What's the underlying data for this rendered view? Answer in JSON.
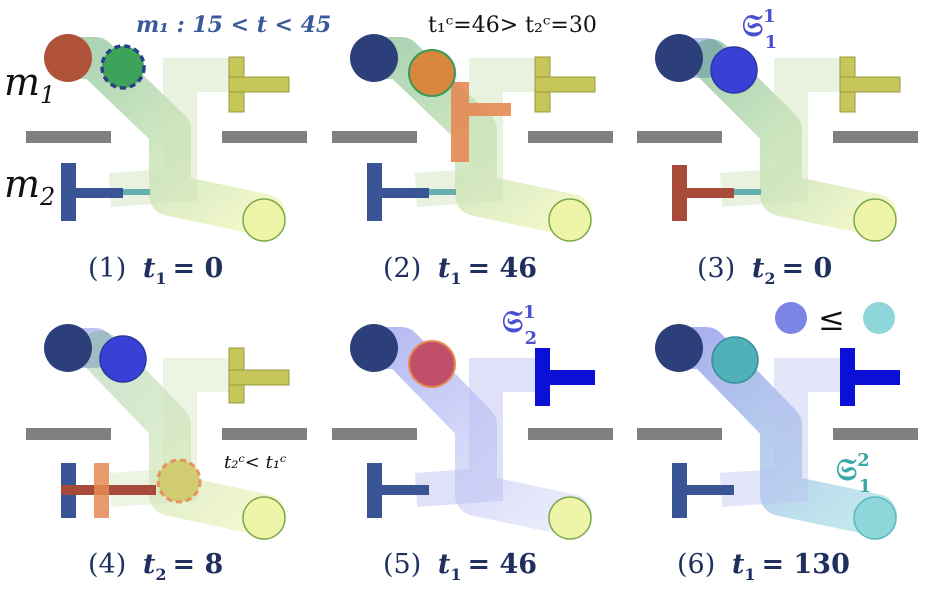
{
  "labels": {
    "m1": "m",
    "m1_sub": "1",
    "m2": "m",
    "m2_sub": "2"
  },
  "annotations": {
    "window": "m₁ : 15 < t < 45",
    "compare_top": "t₁ᶜ=46> t₂ᶜ=30",
    "compare_p4": "t₂ᶜ< t₁ᶜ",
    "order_symbol": "≤",
    "s11_main": "𝔖",
    "s11_sup": "1",
    "s11_sub": "1",
    "s21_main": "𝔖",
    "s21_sup": "1",
    "s21_sub": "2",
    "s12_main": "𝔖",
    "s12_sup": "2",
    "s12_sub": "1"
  },
  "panels": [
    {
      "caption_prefix": "(1)",
      "caption_var": "t",
      "caption_sub": "1",
      "caption_value": "= 0"
    },
    {
      "caption_prefix": "(2)",
      "caption_var": "t",
      "caption_sub": "1",
      "caption_value": "= 46"
    },
    {
      "caption_prefix": "(3)",
      "caption_var": "t",
      "caption_sub": "2",
      "caption_value": "= 0"
    },
    {
      "caption_prefix": "(4)",
      "caption_var": "t",
      "caption_sub": "2",
      "caption_value": "= 8"
    },
    {
      "caption_prefix": "(5)",
      "caption_var": "t",
      "caption_sub": "1",
      "caption_value": "= 46"
    },
    {
      "caption_prefix": "(6)",
      "caption_var": "t",
      "caption_sub": "1",
      "caption_value": "= 130"
    }
  ],
  "colors": {
    "navy": "#2c3f7a",
    "blue": "#3a3fd6",
    "teal": "#4fb8b8",
    "olive": "#c6c65a",
    "orange": "#e58a55",
    "rust": "#a84a3a",
    "green": "#5aa86a",
    "gray": "#808080",
    "caption": "#1f2f5e"
  }
}
